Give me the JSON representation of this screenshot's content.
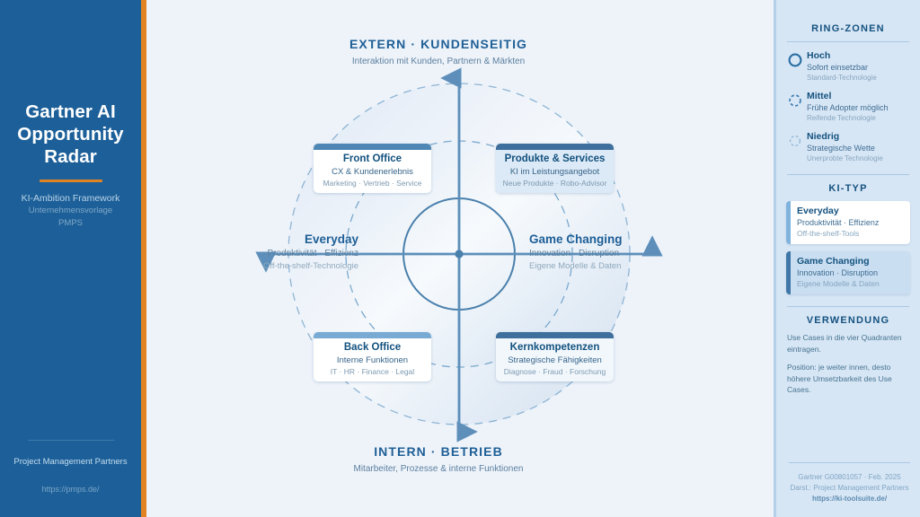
{
  "sidebar": {
    "title": "Gartner AI Opportunity Radar",
    "subtitle1": "KI-Ambition Framework",
    "subtitle2": "Unternehmensvorlage",
    "subtitle3": "PMPS",
    "footer_org": "Project Management Partners",
    "footer_url": "https://pmps.de/",
    "accent_color": "#e18322",
    "background_color": "#1d6099"
  },
  "axes": {
    "top": {
      "title": "EXTERN · KUNDENSEITIG",
      "subtitle": "Interaktion mit Kunden, Partnern & Märkten"
    },
    "bottom": {
      "title": "INTERN · BETRIEB",
      "subtitle": "Mitarbeiter, Prozesse & interne Funktionen"
    },
    "left": {
      "title": "Everyday",
      "line2": "Produktivität · Effizienz",
      "line3": "Off-the-shelf-Technologie"
    },
    "right": {
      "title": "Game Changing",
      "line2": "Innovation · Disruption",
      "line3": "Eigene Modelle & Daten"
    }
  },
  "quadrants": [
    {
      "title": "Front Office",
      "line2": "CX & Kundenerlebnis",
      "line3": "Marketing · Vertrieb · Service"
    },
    {
      "title": "Produkte & Services",
      "line2": "KI im Leistungsangebot",
      "line3": "Neue Produkte · Robo-Advisor"
    },
    {
      "title": "Back Office",
      "line2": "Interne Funktionen",
      "line3": "IT · HR · Finance · Legal"
    },
    {
      "title": "Kernkompetenzen",
      "line2": "Strategische Fähigkeiten",
      "line3": "Diagnose · Fraud · Forschung"
    }
  ],
  "panel": {
    "zones_title": "RING-ZONEN",
    "zones": [
      {
        "name": "Hoch",
        "line2": "Sofort einsetzbar",
        "line3": "Standard-Technologie",
        "glyph": "solid-circle-icon"
      },
      {
        "name": "Mittel",
        "line2": "Frühe Adopter möglich",
        "line3": "Reifende Technologie",
        "glyph": "dashed-circle-icon"
      },
      {
        "name": "Niedrig",
        "line2": "Strategische Wette",
        "line3": "Unerprobte Technologie",
        "glyph": "faint-dashed-circle-icon"
      }
    ],
    "kitype_title": "KI-TYP",
    "kitypes": [
      {
        "name": "Everyday",
        "line2": "Produktivität · Effizienz",
        "line3": "Off-the-shelf-Tools",
        "accent": "#7fb3dd",
        "bg": "#ffffff"
      },
      {
        "name": "Game Changing",
        "line2": "Innovation · Disruption",
        "line3": "Eigene Modelle & Daten",
        "accent": "#3f78a8",
        "bg": "#c9def1"
      }
    ],
    "usage_title": "VERWENDUNG",
    "usage_p1": "Use Cases in die vier Quadranten eintragen.",
    "usage_p2": "Position: je weiter innen, desto höhere Umsetzbarkeit des Use Cases.",
    "footer1": "Gartner G00801057 · Feb. 2025",
    "footer2": "Darst.: Project Management Partners",
    "footer3": "https://ki-toolsuite.de/"
  },
  "chart_data": {
    "type": "scatter",
    "title": "Gartner AI Opportunity Radar",
    "xlabel": "Everyday ↔ Game Changing",
    "ylabel": "Intern · Betrieb ↔ Extern · Kundenseitig",
    "center": [
      511,
      283
    ],
    "rings": [
      {
        "label": "Hoch",
        "radius": 62,
        "style": "solid"
      },
      {
        "label": "Mittel",
        "radius": 126,
        "style": "dashed"
      },
      {
        "label": "Niedrig",
        "radius": 190,
        "style": "dashed"
      }
    ],
    "quadrant_names": [
      "Front Office",
      "Produkte & Services",
      "Back Office",
      "Kernkompetenzen"
    ],
    "values": [],
    "grid": true,
    "legend": "right"
  }
}
